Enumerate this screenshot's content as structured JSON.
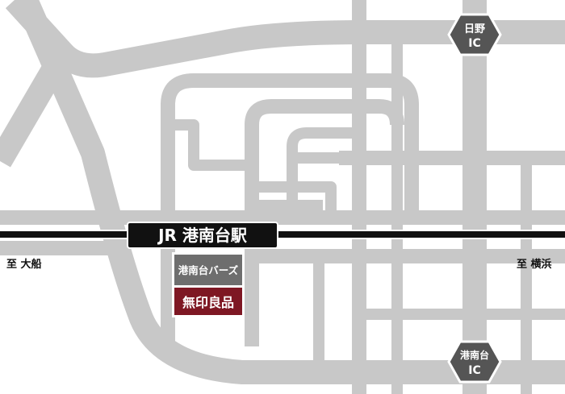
{
  "station": {
    "label": "JR 港南台駅"
  },
  "shops": [
    {
      "label": "港南台バーズ",
      "color": "#6e6e6e"
    },
    {
      "label": "無印良品",
      "color": "#7e1723"
    }
  ],
  "interchanges": [
    {
      "line1": "日野",
      "line2": "IC"
    },
    {
      "line1": "港南台",
      "line2": "IC"
    }
  ],
  "directions": {
    "west": "至 大船",
    "east": "至 横浜"
  },
  "colors": {
    "road": "#c8c8c8",
    "rail": "#111111",
    "ic_badge": "#555555",
    "shop_outline": "#ffffff"
  }
}
